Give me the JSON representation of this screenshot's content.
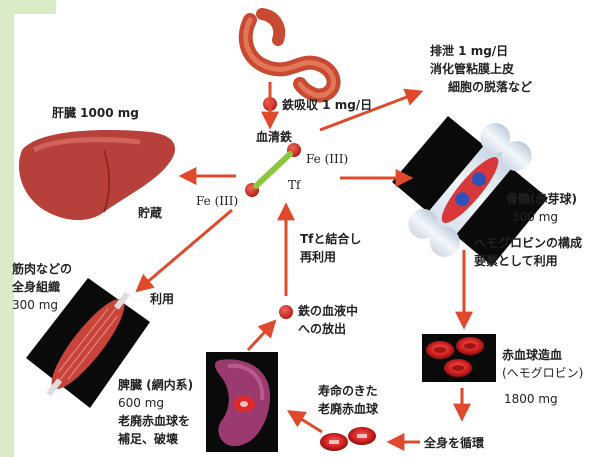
{
  "colors": {
    "arrow": "#e0492b",
    "dot": "#c9281e",
    "tf_bar": "#8cc63f",
    "side_band": "#d9ecc8"
  },
  "labels": {
    "absorption": "鉄吸収 1 mg/日",
    "excretion_1": "排泄 1 mg/日",
    "excretion_2": "消化管粘膜上皮",
    "excretion_3": "細胞の脱落など",
    "serum_iron": "血清鉄",
    "fe3_right": "Fe (III)",
    "fe3_left": "Fe (III)",
    "tf": "Tf",
    "liver_amount": "肝臓 1000 mg",
    "liver_storage": "貯蔵",
    "marrow_1": "骨髄(赤芽球)",
    "marrow_2": "300 mg",
    "hb_1": "ヘモグロビンの構成",
    "hb_2": "要素として利用",
    "reuse_1": "Tfと結合し",
    "reuse_2": "再利用",
    "muscle_1": "筋肉などの",
    "muscle_2": "全身組織",
    "muscle_3": "300 mg",
    "use": "利用",
    "release_1": "鉄の血液中",
    "release_2": "への放出",
    "rbc_1": "赤血球造血",
    "rbc_2": "(ヘモグロビン)",
    "rbc_3": "1800 mg",
    "spleen_1": "脾臓 (網内系)",
    "spleen_2": "600 mg",
    "spleen_3": "老廃赤血球を",
    "spleen_4": "補足、破壊",
    "aged_1": "寿命のきた",
    "aged_2": "老廃赤血球",
    "circulate": "全身を循環"
  },
  "icons": [
    "intestine-icon",
    "liver-icon",
    "bone-marrow-icon",
    "muscle-icon",
    "spleen-icon",
    "red-blood-cells-icon"
  ]
}
